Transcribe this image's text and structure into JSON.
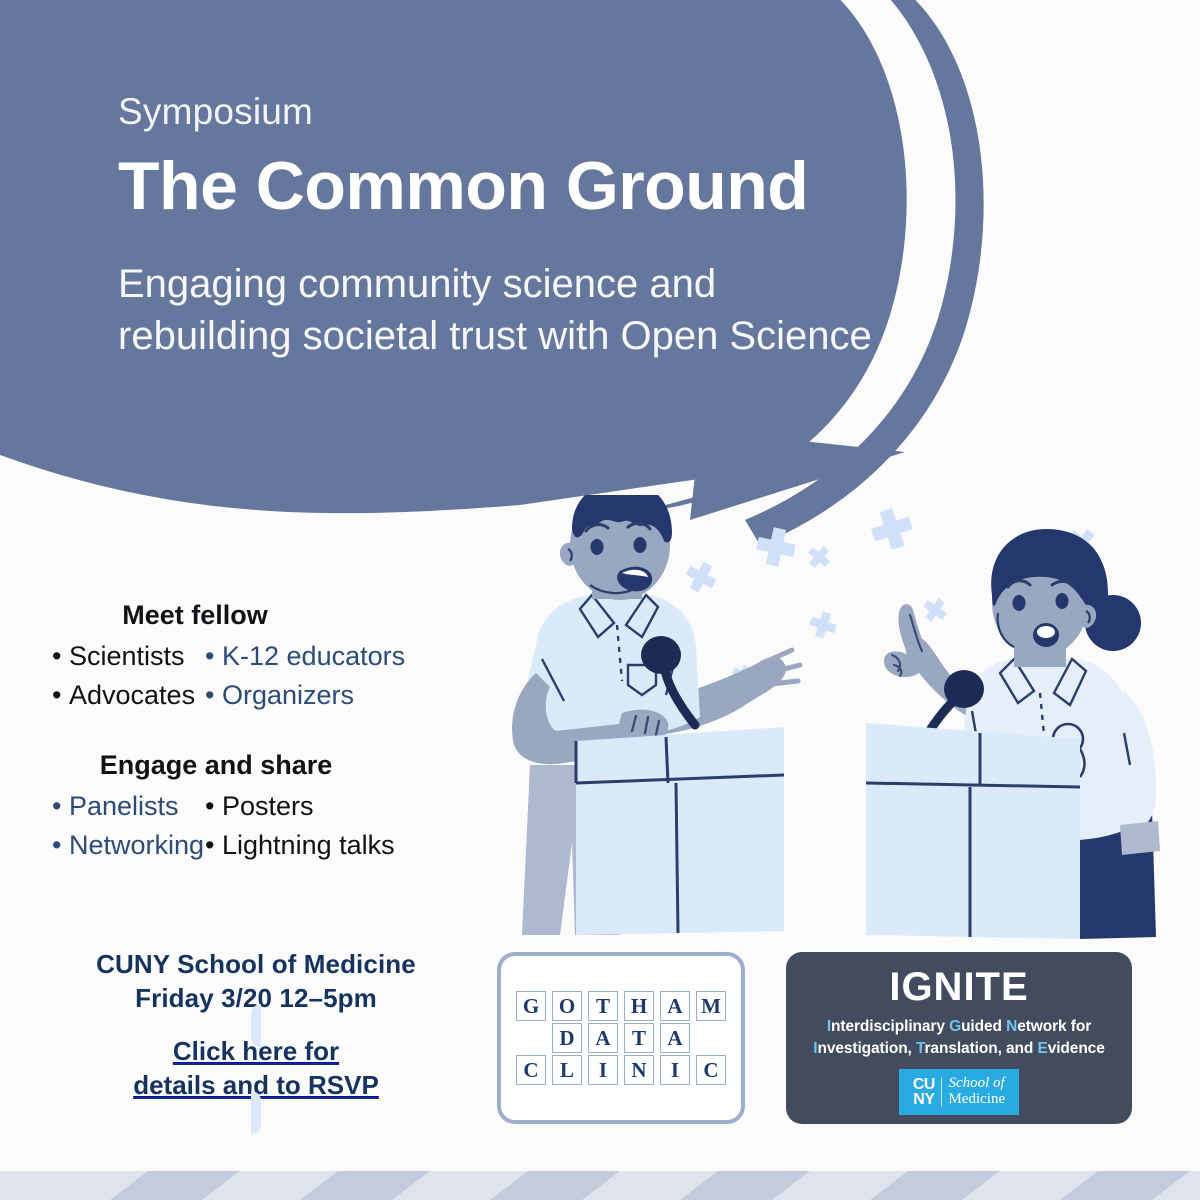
{
  "poster": {
    "background_color": "#fbfbfc"
  },
  "bubble": {
    "color": "#66779d",
    "eyebrow": "Symposium",
    "title": "The Common Ground",
    "subtitle": "Engaging community science and rebuilding societal trust with Open Science"
  },
  "lists": [
    {
      "heading": "Meet fellow",
      "left_column": [
        {
          "label": "Scientists",
          "color": "#111214"
        },
        {
          "label": "Advocates",
          "color": "#111214"
        }
      ],
      "right_column": [
        {
          "label": "K-12 educators",
          "color": "#2e4a76"
        },
        {
          "label": "Organizers",
          "color": "#2e4a76"
        }
      ]
    },
    {
      "heading": "Engage and share",
      "left_column": [
        {
          "label": "Panelists",
          "color": "#2e4a76"
        },
        {
          "label": "Networking",
          "color": "#2e4a76"
        }
      ],
      "right_column": [
        {
          "label": "Posters",
          "color": "#111214"
        },
        {
          "label": "Lightning talks",
          "color": "#111214"
        }
      ]
    }
  ],
  "info": {
    "venue": "CUNY School of Medicine",
    "datetime": "Friday 3/20 12–5pm",
    "cta_line1": "Click here for",
    "cta_line2": "details and to RSVP",
    "cta_background": "#dce7fb",
    "text_color": "#16335f"
  },
  "gotham_logo": {
    "row1": [
      "G",
      "O",
      "T",
      "H",
      "A",
      "M"
    ],
    "row2": [
      "D",
      "A",
      "T",
      "A"
    ],
    "row3": [
      "C",
      "L",
      "I",
      "N",
      "I",
      "C"
    ],
    "border_color": "#9eaecb",
    "letter_color": "#1d3a6b"
  },
  "ignite": {
    "title": "IGNITE",
    "subtitle_line1": "Interdisciplinary Guided Network for",
    "subtitle_line2": "Investigation, Translation, and Evidence",
    "subtitle_line1_parts": [
      {
        "text": "I",
        "highlight": true
      },
      {
        "text": "nterdisciplinary ",
        "highlight": false
      },
      {
        "text": "G",
        "highlight": true
      },
      {
        "text": "uided ",
        "highlight": false
      },
      {
        "text": "N",
        "highlight": true
      },
      {
        "text": "etwork for",
        "highlight": false
      }
    ],
    "subtitle_line2_parts": [
      {
        "text": "I",
        "highlight": true
      },
      {
        "text": "nvestigation, ",
        "highlight": false
      },
      {
        "text": "T",
        "highlight": true
      },
      {
        "text": "ranslation, and ",
        "highlight": false
      },
      {
        "text": "E",
        "highlight": true
      },
      {
        "text": "vidence",
        "highlight": false
      }
    ],
    "background": "#434c5e",
    "highlight_color": "#6fc4ef",
    "cuny_mark_line1": "CU",
    "cuny_mark_line2": "NY",
    "cuny_school_line1": "School of",
    "cuny_school_line2": "Medicine",
    "cuny_background": "#29abe2"
  },
  "stripe": {
    "base_color": "#dfe4ec",
    "accent_color": "#c3cbdd"
  },
  "illustration": {
    "alt": "Two speakers at podiums with microphones",
    "icon_names": [
      "speaker-left",
      "speaker-right",
      "podium",
      "microphone",
      "sparkle-cross"
    ]
  }
}
